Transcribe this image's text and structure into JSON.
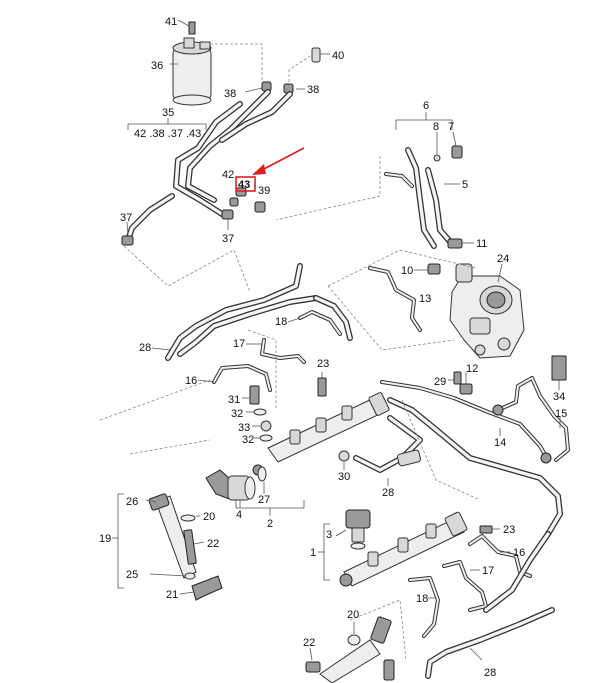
{
  "labels": {
    "l41": "41",
    "l40": "40",
    "l36": "36",
    "l38a": "38",
    "l38b": "38",
    "l35": "35",
    "l35group": "42 .38 .37 .43",
    "l6": "6",
    "l8": "8",
    "l7": "7",
    "l5": "5",
    "l42": "42",
    "l43": "43",
    "l39": "39",
    "l37a": "37",
    "l37b": "37",
    "l11": "11",
    "l10": "10",
    "l24": "24",
    "l13": "13",
    "l28a": "28",
    "l18a": "18",
    "l17a": "17",
    "l16a": "16",
    "l23a": "23",
    "l31": "31",
    "l32a": "32",
    "l33": "33",
    "l32b": "32",
    "l29": "29",
    "l12": "12",
    "l34": "34",
    "l15": "15",
    "l14": "14",
    "l30": "30",
    "l28b": "28",
    "l27": "27",
    "l4": "4",
    "l2": "2",
    "l26": "26",
    "l20a": "20",
    "l19": "19",
    "l22a": "22",
    "l25": "25",
    "l21": "21",
    "l3": "3",
    "l1": "1",
    "l23b": "23",
    "l16b": "16",
    "l17b": "17",
    "l18b": "18",
    "l20b": "20",
    "l22b": "22",
    "l28c": "28"
  },
  "highlight": {
    "part": "43",
    "color": "#e02020"
  }
}
